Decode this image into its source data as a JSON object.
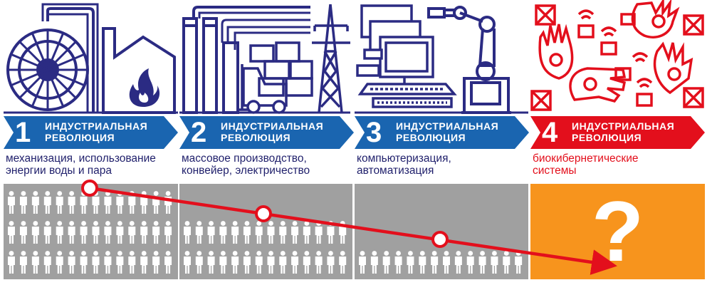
{
  "colors": {
    "navy": "#2b2b83",
    "blue": "#1a65b0",
    "red": "#e30f1c",
    "grey": "#a0a0a0",
    "orange": "#f7941d",
    "white": "#ffffff"
  },
  "revolutions": [
    {
      "number": "1",
      "title_line1": "ИНДУСТРИАЛЬНАЯ",
      "title_line2": "РЕВОЛЮЦИЯ",
      "desc_line1": "механизация, использование",
      "desc_line2": "энергии воды и пара",
      "people_level": 1.0
    },
    {
      "number": "2",
      "title_line1": "ИНДУСТРИАЛЬНАЯ",
      "title_line2": "РЕВОЛЮЦИЯ",
      "desc_line1": "массовое производство,",
      "desc_line2": "конвейер, электричество",
      "people_level": 0.67
    },
    {
      "number": "3",
      "title_line1": "ИНДУСТРИАЛЬНАЯ",
      "title_line2": "РЕВОЛЮЦИЯ",
      "desc_line1": "компьютеризация,",
      "desc_line2": "автоматизация",
      "people_level": 0.33
    },
    {
      "number": "4",
      "title_line1": "ИНДУСТРИАЛЬНАЯ",
      "title_line2": "РЕВОЛЮЦИЯ",
      "desc_line1": "биокибернетические",
      "desc_line2": "системы",
      "unknown_mark": "?"
    }
  ],
  "icons": [
    "water-wheel-icon",
    "factory-flame-icon",
    "factories-icon",
    "forklift-crates-icon",
    "power-pylon-icon",
    "computers-icon",
    "robot-arm-icon",
    "cyber-hands-network-icon",
    "person-icon"
  ]
}
